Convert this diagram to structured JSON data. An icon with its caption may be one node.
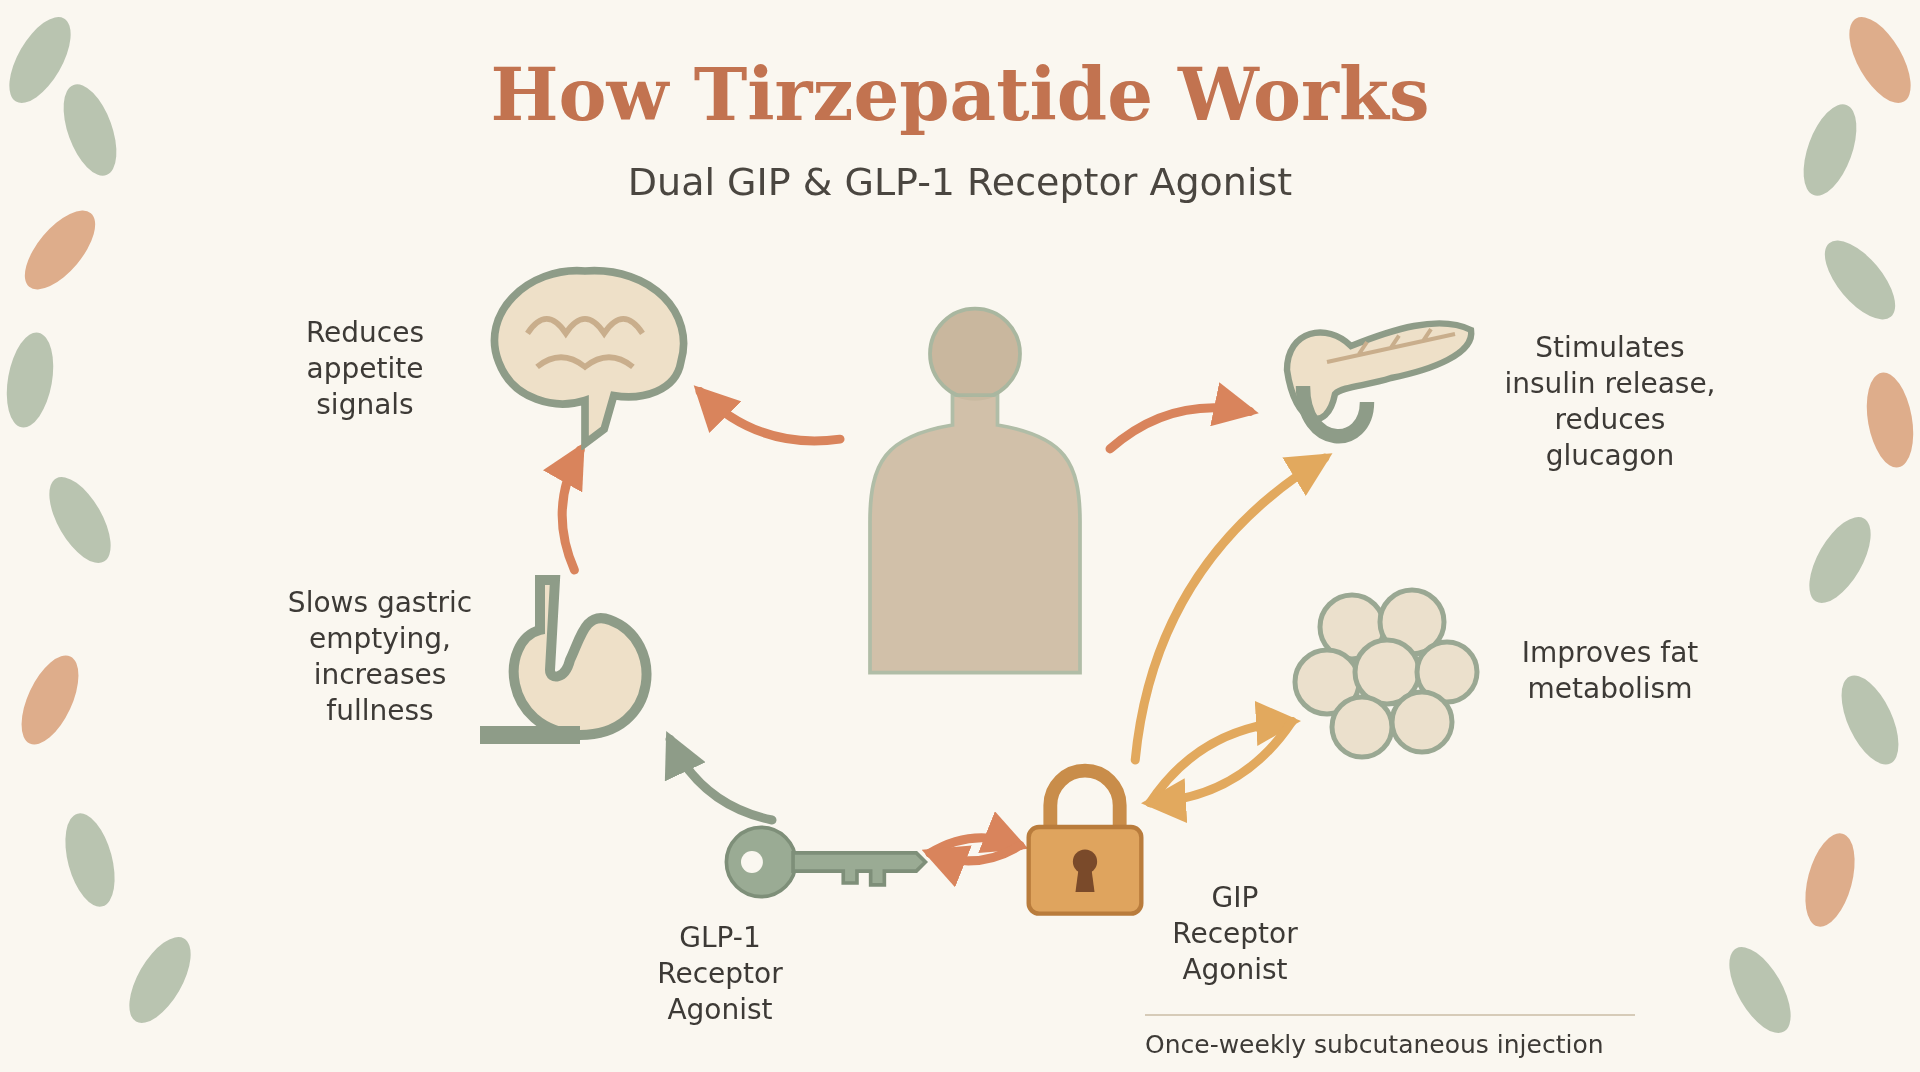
{
  "diagram": {
    "title": "How Tirzepatide Works",
    "caption": "Once-weekly subcutaneous injection",
    "nodes": [
      {
        "text": [],
        "shape": "picture",
        "beside": [
          "Reduces appetite signals"
        ]
      },
      {
        "text": [],
        "shape": "picture",
        "beside": [
          "Stimulates insulin release, reduces glucagon"
        ]
      },
      {
        "text": [],
        "shape": "person"
      },
      {
        "text": [],
        "shape": "picture",
        "beside": [
          "Slows gastric emptying, increases fullness"
        ]
      },
      {
        "text": [],
        "shape": "picture",
        "beside": [
          "Improves fat metabolism"
        ]
      },
      {
        "text": [],
        "shape": "picture",
        "beside": [
          "GLP-1 Receptor Agonist"
        ]
      },
      {
        "text": [],
        "shape": "picture",
        "beside": [
          "GIP Receptor Agonist"
        ]
      }
    ],
    "edges": [
      {
        "from": 2,
        "to": 0,
        "arrow": "to"
      },
      {
        "from": 2,
        "to": 1,
        "arrow": "to"
      },
      {
        "from": 3,
        "to": 0,
        "arrow": "to"
      },
      {
        "from": 5,
        "to": 3,
        "arrow": "to",
        "color": "#8e9c88"
      },
      {
        "from": 5,
        "to": 6,
        "arrow": "to"
      },
      {
        "from": 6,
        "to": 5,
        "arrow": "to"
      },
      {
        "from": 6,
        "to": 1,
        "arrow": "to",
        "color": "#e2a95e"
      },
      {
        "from": 6,
        "to": 4,
        "arrow": "to",
        "color": "#e2a95e"
      },
      {
        "from": 4,
        "to": 6,
        "arrow": "to",
        "color": "#e2a95e"
      }
    ],
    "labels": [
      "Dual GIP & GLP-1 Receptor Agonist"
    ]
  }
}
